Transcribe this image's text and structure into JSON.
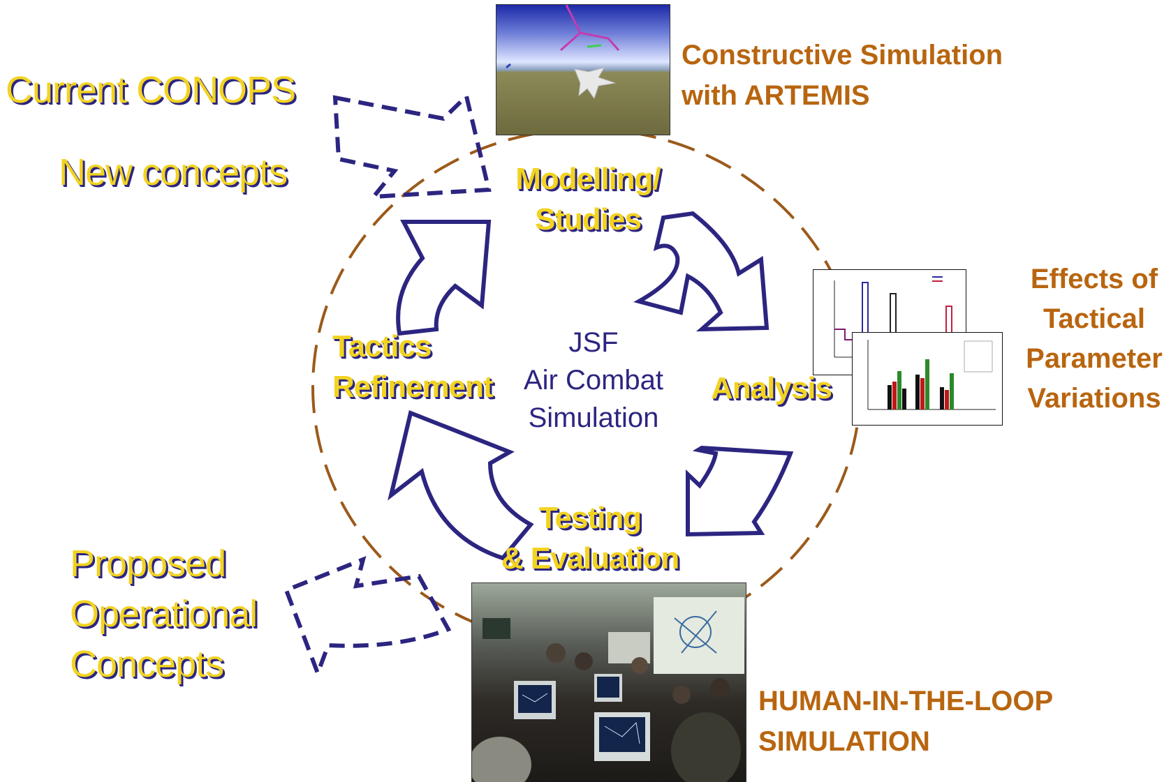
{
  "colors": {
    "navy": "#2c2580",
    "gold": "#f2d320",
    "orange": "#b8650f",
    "circle": "#9b5a1a"
  },
  "inputs": {
    "current_conops": "Current CONOPS",
    "new_concepts": "New concepts"
  },
  "outputs": {
    "proposed_line1": "Proposed",
    "proposed_line2": "Operational",
    "proposed_line3": "Concepts"
  },
  "cycle": {
    "center_line1": "JSF",
    "center_line2": "Air Combat",
    "center_line3": "Simulation",
    "modelling_line1": "Modelling/",
    "modelling_line2": "Studies",
    "analysis": "Analysis",
    "testing_line1": "Testing",
    "testing_line2": "& Evaluation",
    "tactics_line1": "Tactics",
    "tactics_line2": "Refinement"
  },
  "captions": {
    "constructive_line1": "Constructive Simulation",
    "constructive_line2": "with ARTEMIS",
    "effects_line1": "Effects of",
    "effects_line2": "Tactical",
    "effects_line3": "Parameter",
    "effects_line4": "Variations",
    "hitl_line1": "HUMAN-IN-THE-LOOP",
    "hitl_line2": "SIMULATION"
  },
  "icons": [
    "cycle-arrow-icon",
    "dashed-input-arrow-icon",
    "dashed-output-arrow-icon",
    "aircraft-icon"
  ]
}
